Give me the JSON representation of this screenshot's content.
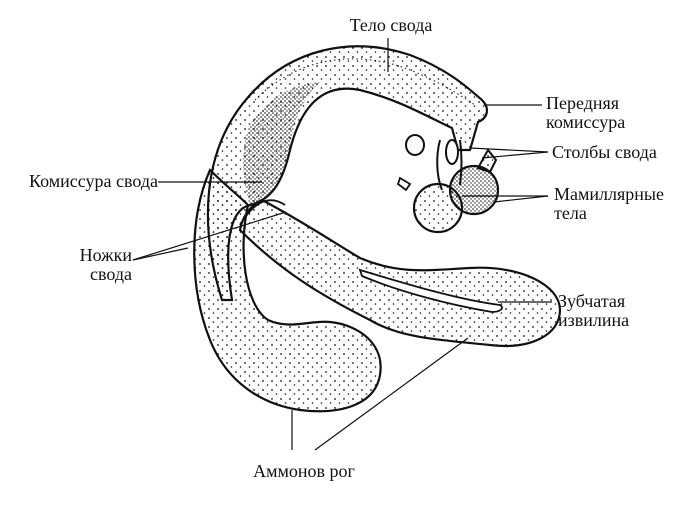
{
  "labels": {
    "body_of_fornix": "Тело свода",
    "anterior_commissure_line1": "Передняя",
    "anterior_commissure_line2": "комиссура",
    "columns_of_fornix": "Столбы свода",
    "mamillary_bodies_line1": "Мамиллярные",
    "mamillary_bodies_line2": "тела",
    "commissure_of_fornix": "Комиссура свода",
    "crura_line1": "Ножки",
    "crura_line2": "свода",
    "dentate_gyrus_line1": "Зубчатая",
    "dentate_gyrus_line2": "извилина",
    "hippocampus": "Аммонов рог"
  },
  "colors": {
    "ink": "#111111",
    "paper": "#ffffff"
  }
}
